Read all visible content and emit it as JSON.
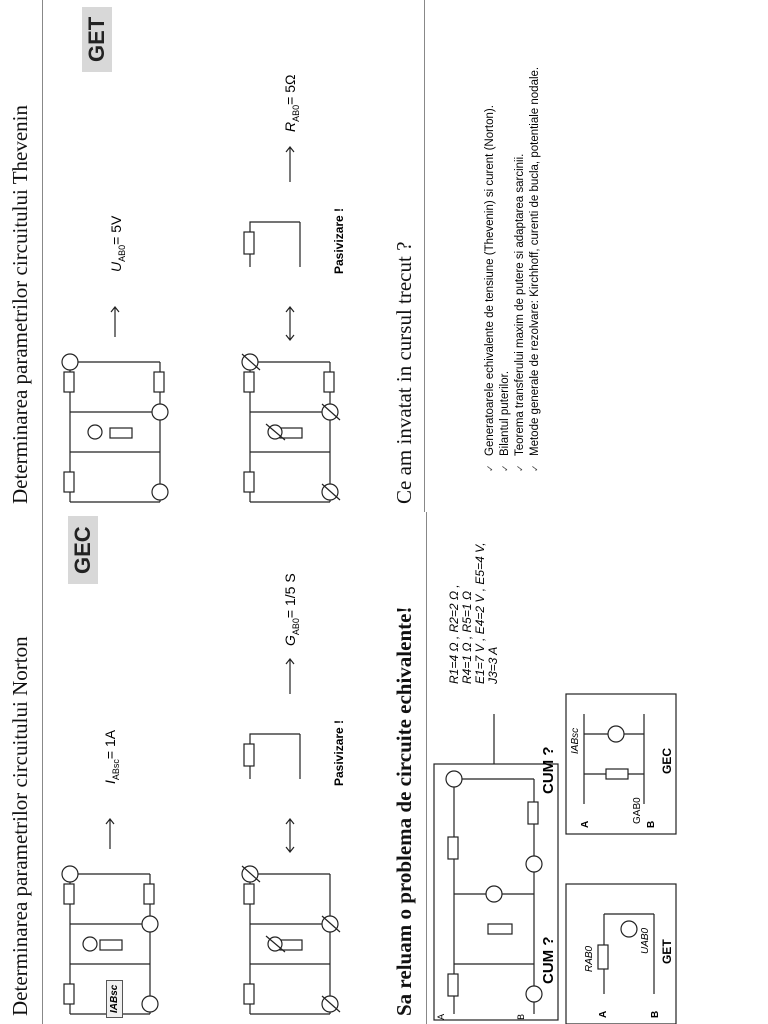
{
  "slides": {
    "thevenin": {
      "title": "Determinarea parametrilor circuitului Thevenin",
      "tag": "GET",
      "u_label": "U",
      "u_sub": "AB0",
      "u_value": "= 5V",
      "r_label": "R",
      "r_sub": "AB0",
      "r_value": "= 5Ω",
      "pasivizare": "Pasivizare !"
    },
    "recap": {
      "title": "Ce am invatat in cursul trecut ?",
      "bullets": [
        "Generatoarele echivalente de tensiune (Thevenin) si curent (Norton).",
        "Bilantul puterilor.",
        "Teorema transferului maxim de putere si adaptarea sarcinii.",
        "Metode generale de rezolvare: Kirchhoff, curenti de bucla, potentiale nodale."
      ]
    },
    "norton": {
      "title": "Determinarea parametrilor circuitului Norton",
      "tag": "GEC",
      "i_label": "I",
      "i_sub": "ABsc",
      "i_value": "= 1A",
      "g_label": "G",
      "g_sub": "AB0",
      "g_value": "= 1/5 S",
      "pasivizare": "Pasivizare !",
      "iabsc_box": "IABsc"
    },
    "problem": {
      "title": "Sa reluam o problema de circuite echivalente!",
      "params": [
        "R1=4 Ω , R2=2 Ω ,",
        "R4=1 Ω , R5=1 Ω",
        "E1=7 V , E4=2 V , E5=4 V,",
        "J3=3 A"
      ],
      "cum": "CUM ?",
      "get": "GET",
      "gec": "GEC",
      "node_a": "A",
      "node_b": "B",
      "get_r": "RAB0",
      "get_u": "UAB0",
      "gec_g": "GAB0",
      "gec_i": "IABsc"
    }
  }
}
